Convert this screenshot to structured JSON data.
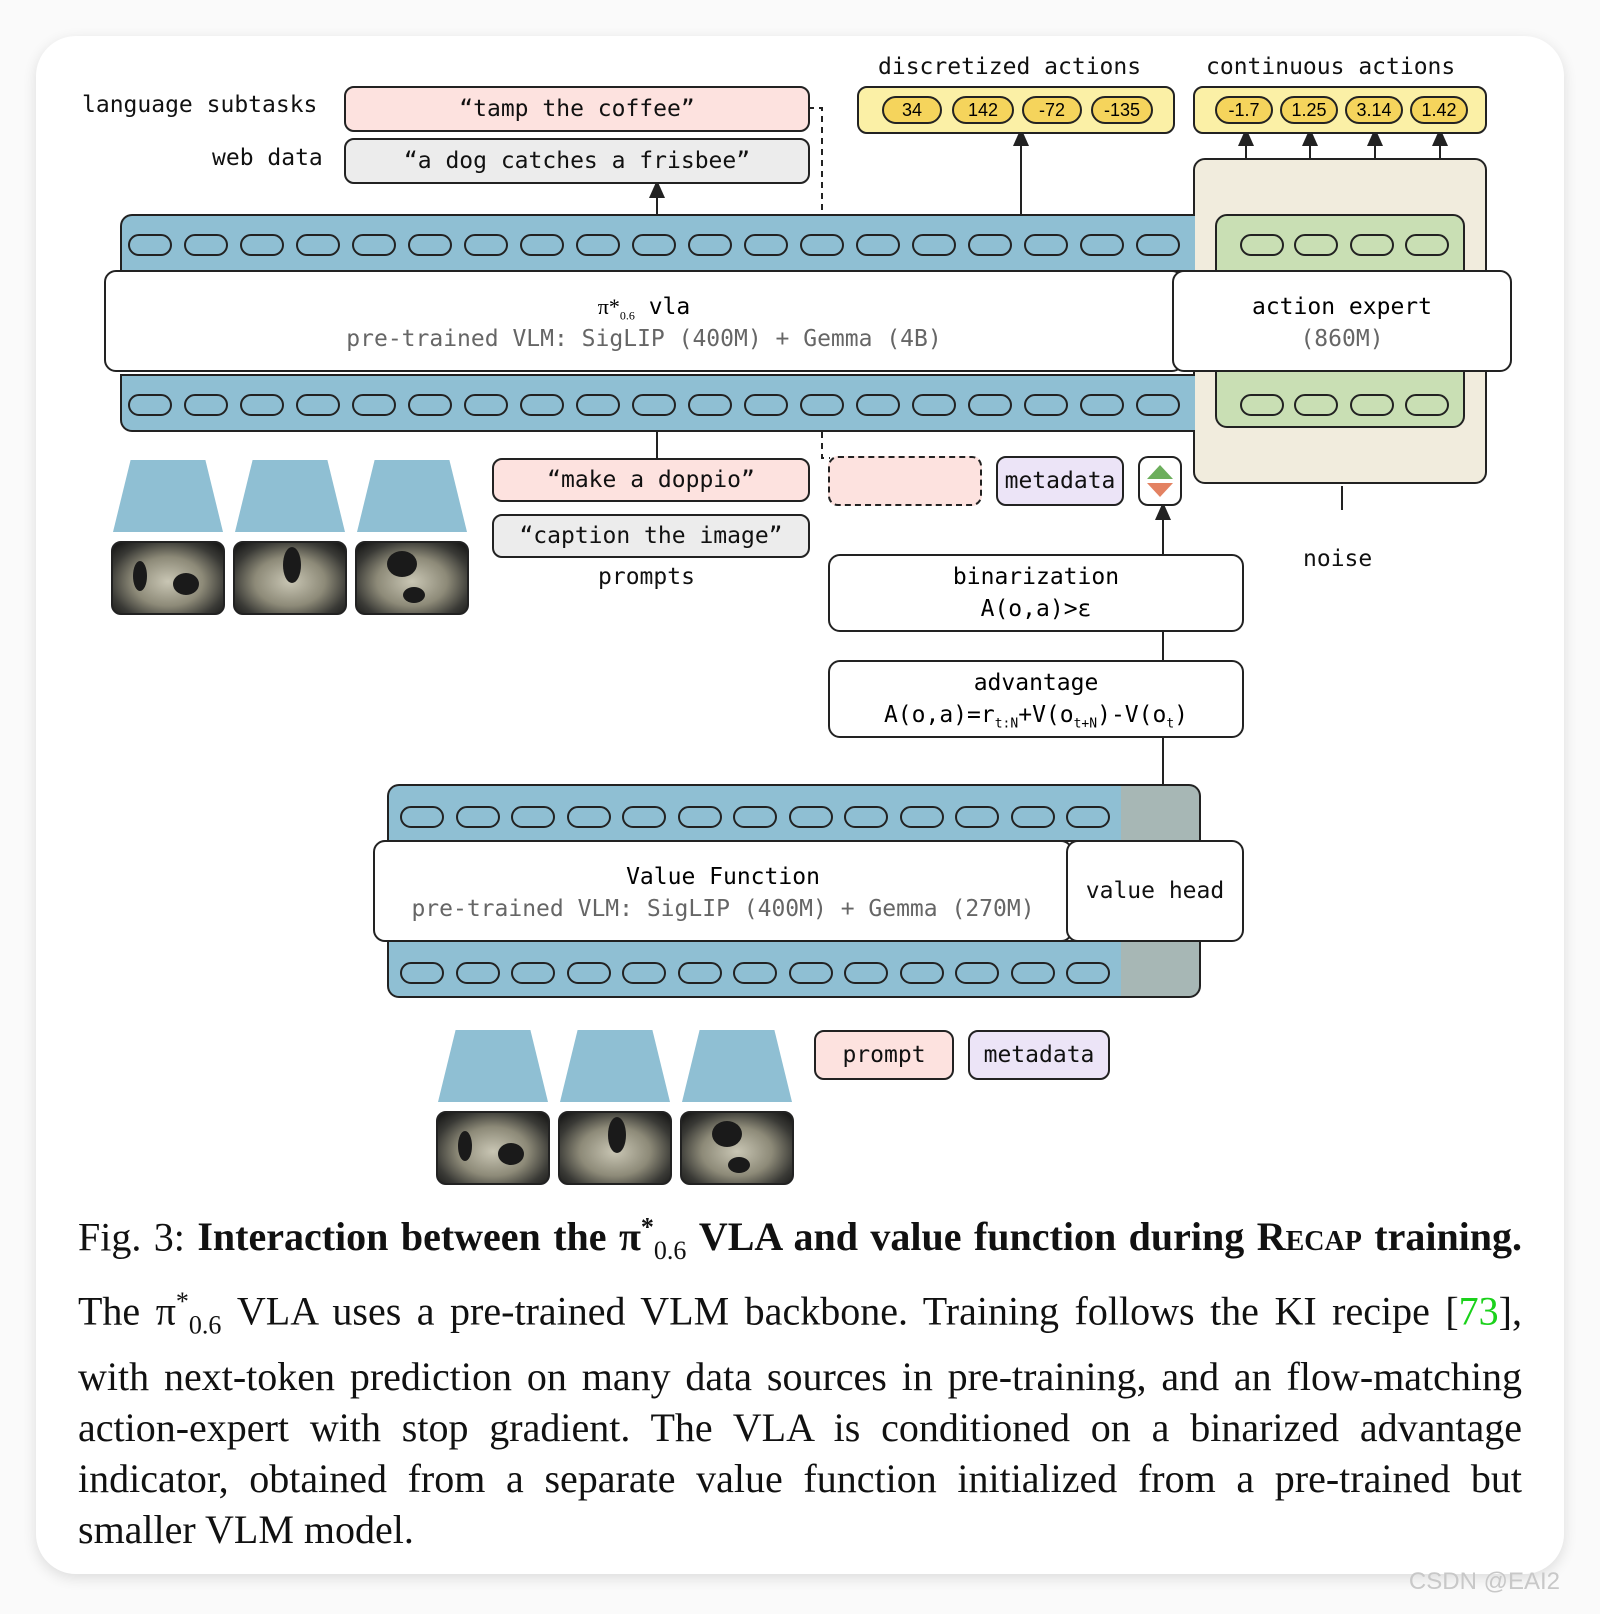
{
  "top": {
    "language_subtasks_label": "language subtasks",
    "web_data_label": "web data",
    "tamp": "“tamp the coffee”",
    "dog": "“a dog catches a frisbee”",
    "discretized_label": "discretized actions",
    "continuous_label": "continuous actions",
    "discretized": [
      "34",
      "142",
      "-72",
      "-135"
    ],
    "continuous": [
      "-1.7",
      "1.25",
      "3.14",
      "1.42"
    ]
  },
  "vla": {
    "title_pi": "π*",
    "title_sub": "0.6",
    "title_rest": " vla",
    "subtitle": "pre-trained VLM: SigLIP (400M) + Gemma (4B)",
    "expert_title": "action expert",
    "expert_sub": "(860M)"
  },
  "prompts": {
    "doppio": "“make a doppio”",
    "caption": "“caption the image”",
    "label": "prompts",
    "metadata": "metadata",
    "noise": "noise"
  },
  "binarization": {
    "title": "binarization",
    "formula": "A(o,a)>ε"
  },
  "advantage": {
    "title": "advantage",
    "f1": "A(o,a)=r",
    "s1": "t:N",
    "f2": "+V(o",
    "s2": "t+N",
    "f3": ")-V(o",
    "s3": "t",
    "f4": ")"
  },
  "value": {
    "title": "Value Function",
    "subtitle": "pre-trained VLM: SigLIP (400M) + Gemma (270M)",
    "head": "value head",
    "prompt": "prompt",
    "metadata": "metadata"
  },
  "caption": {
    "fig": "Fig. 3:",
    "bold1": "Interaction between the π",
    "bold_sup": "*",
    "bold_sub": "0.6",
    "bold2": "VLA and value function during",
    "recap": "Recap",
    "training": "training.",
    "t1": "The π",
    "t1_sup": "*",
    "t1_sub": "0.6",
    "t2": "VLA uses a pre-trained VLM backbone. Training follows the KI recipe [",
    "ref": "73",
    "t3": "], with next-token prediction on many data sources in pre-training, and an flow-matching action-expert with stop gradient. The VLA is conditioned on a binarized advantage indicator, obtained from a separate value function initialized from a pre-trained but smaller VLM model."
  },
  "watermark": "CSDN @EAI2",
  "colors": {
    "token_strip": "#8fbfd3",
    "expert_green": "#c9dfb4",
    "expert_bg": "#f1ecdd",
    "value_head": "#a7b7b5",
    "pill": "#f5d45c"
  }
}
